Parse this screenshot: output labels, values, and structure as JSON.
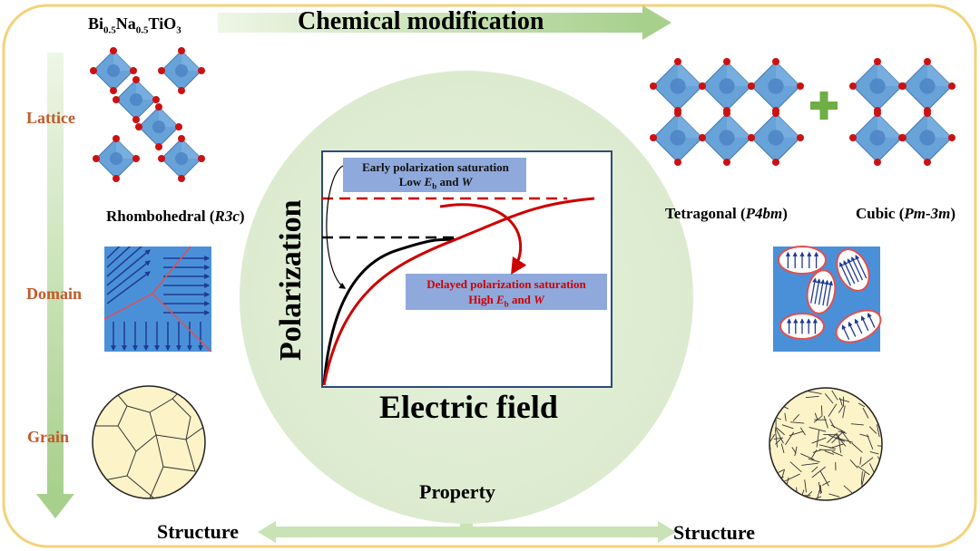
{
  "colors": {
    "frame": "#f3d27a",
    "arrow_green": "#a7d08c",
    "side_label": "#c05a2a",
    "crystal_blue": "#5b9bd5",
    "oxygen_red": "#cc1111",
    "plus_green": "#70ad47",
    "domain_bg": "#4a90d9",
    "domain_arrow": "#1f3a93",
    "domain_wall": "#e05050",
    "grain_fill": "#fdf3c8",
    "circle_bg": "#e2efd6",
    "chart_border": "#2e4a7a",
    "curve_black": "#000000",
    "curve_red": "#cc0000",
    "annotation_box": "#8fa9dc"
  },
  "title": {
    "formula": {
      "bi": "Bi",
      "bi_sub": "0.5",
      "na": "Na",
      "na_sub": "0.5",
      "ti": "TiO",
      "o_sub": "3"
    },
    "top_arrow_label": "Chemical modification"
  },
  "left_axis": {
    "labels": [
      "Lattice",
      "Domain",
      "Grain"
    ]
  },
  "phases": {
    "rhombohedral": {
      "name": "Rhombohedral (",
      "group": "R3c",
      "close": ")"
    },
    "tetragonal": {
      "name": "Tetragonal (",
      "group": "P4bm",
      "close": ")"
    },
    "cubic": {
      "name": "Cubic (",
      "group": "Pm-3m",
      "close": ")"
    }
  },
  "bottom": {
    "left": "Structure",
    "right": "Structure",
    "center": "Property"
  },
  "icons": [
    "plus-icon",
    "octahedra-lattice-icon",
    "domain-pattern-icon",
    "grain-structure-icon"
  ],
  "chart_data": {
    "type": "line",
    "title": "",
    "xlabel": "Electric field",
    "ylabel": "Polarization",
    "series": [
      {
        "color": "#000000",
        "saturation_level": 0.78
      },
      {
        "color": "#cc0000",
        "saturation_level": 1.0
      }
    ],
    "annotations": {
      "early": {
        "line1": "Early polarization saturation",
        "line2_pre": "Low ",
        "line2_E": "E",
        "line2_sub": "b",
        "line2_post": " and ",
        "line2_W": "W"
      },
      "delayed": {
        "line1": "Delayed polarization saturation",
        "line2_pre": "High ",
        "line2_E": "E",
        "line2_sub": "b",
        "line2_post": " and ",
        "line2_W": "W"
      }
    },
    "grid": false
  }
}
